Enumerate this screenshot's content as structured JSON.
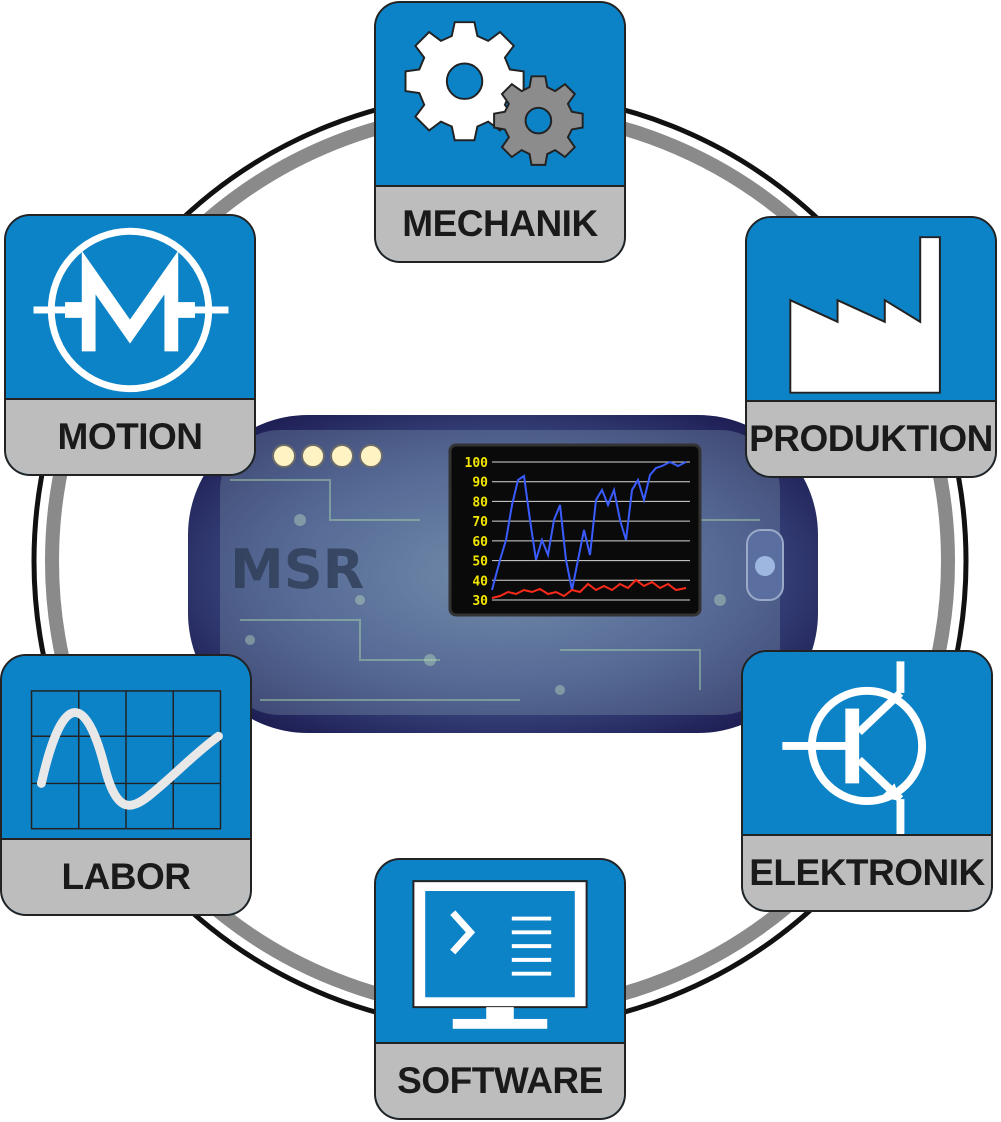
{
  "tiles": {
    "mechanik": {
      "label": "MECHANIK",
      "icon": "gears-icon"
    },
    "produktion": {
      "label": "PRODUKTION",
      "icon": "factory-icon"
    },
    "elektronik": {
      "label": "ELEKTRONIK",
      "icon": "transistor-icon"
    },
    "software": {
      "label": "SOFTWARE",
      "icon": "terminal-monitor-icon"
    },
    "labor": {
      "label": "LABOR",
      "icon": "sine-wave-grid-icon"
    },
    "motion": {
      "label": "MOTION",
      "icon": "motor-icon"
    }
  },
  "device": {
    "logo": "MSR",
    "screen": {
      "y_ticks": [
        "100",
        "90",
        "80",
        "70",
        "60",
        "50",
        "40",
        "30"
      ]
    }
  },
  "colors": {
    "tile_blue": "#0c82c7",
    "label_gray": "#bdbdbd",
    "ring": "#8a8a8a",
    "trace_blue": "#3a5cff",
    "trace_red": "#ff2a1a",
    "tick_yellow": "#f2e600"
  }
}
